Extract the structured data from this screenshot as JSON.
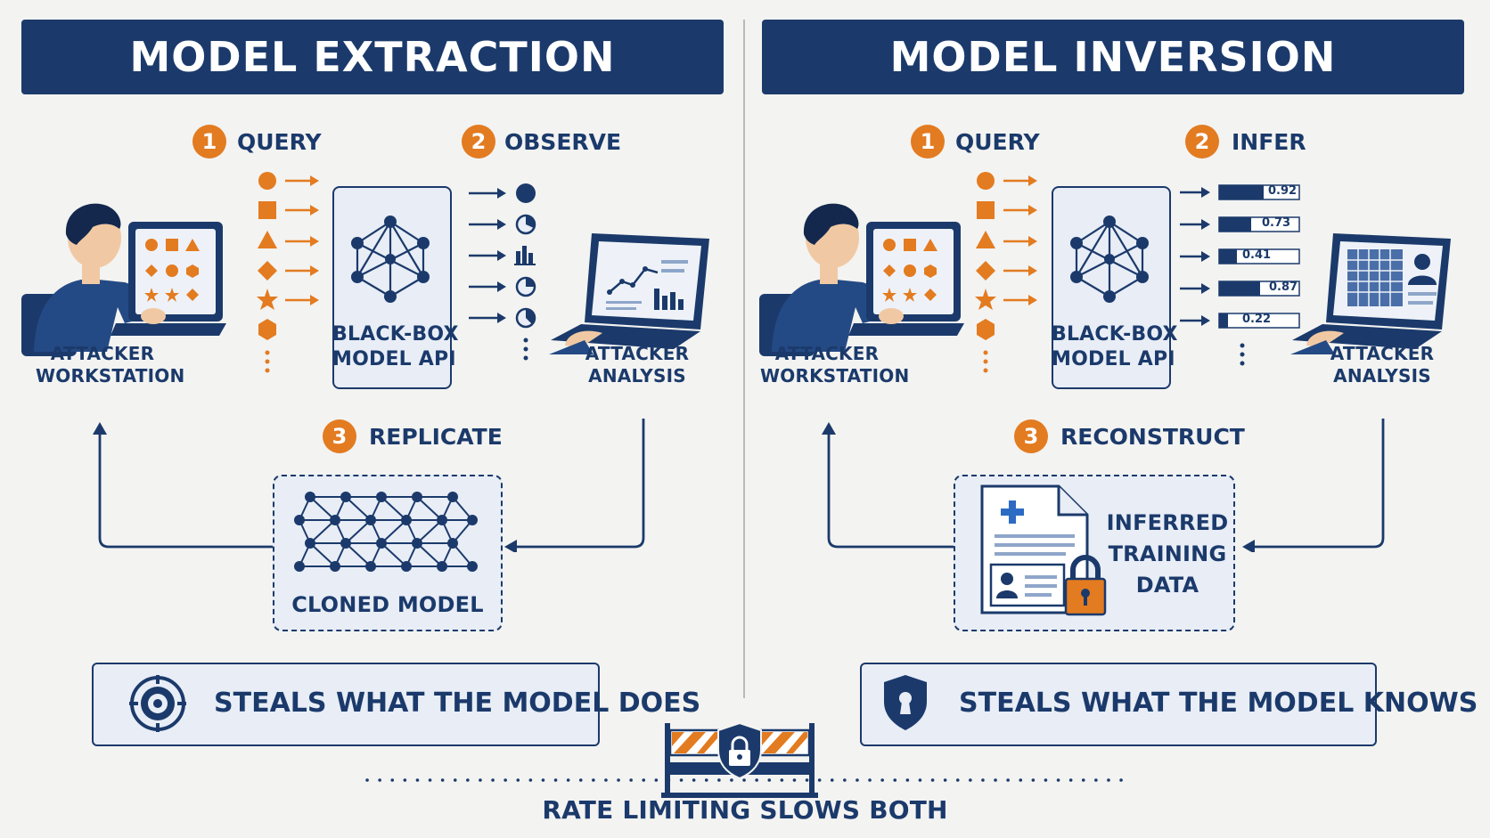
{
  "left": {
    "title": "MODEL EXTRACTION",
    "step1": {
      "num": "1",
      "label": "QUERY"
    },
    "step2": {
      "num": "2",
      "label": "OBSERVE"
    },
    "step3": {
      "num": "3",
      "label": "REPLICATE"
    },
    "api_label": [
      "BLACK-BOX",
      "MODEL API"
    ],
    "workstation_label": [
      "ATTACKER",
      "WORKSTATION"
    ],
    "analysis_label": [
      "ATTACKER",
      "ANALYSIS"
    ],
    "result_label": "CLONED MODEL",
    "banner": "STEALS WHAT THE MODEL DOES",
    "banner_icon": "target-icon"
  },
  "right": {
    "title": "MODEL INVERSION",
    "step1": {
      "num": "1",
      "label": "QUERY"
    },
    "step2": {
      "num": "2",
      "label": "INFER"
    },
    "step3": {
      "num": "3",
      "label": "RECONSTRUCT"
    },
    "api_label": [
      "BLACK-BOX",
      "MODEL API"
    ],
    "workstation_label": [
      "ATTACKER",
      "WORKSTATION"
    ],
    "analysis_label": [
      "ATTACKER",
      "ANALYSIS"
    ],
    "result_label": [
      "INFERRED",
      "TRAINING",
      "DATA"
    ],
    "scores": [
      "0.92",
      "0.73",
      "0.41",
      "0.87",
      "0.22"
    ],
    "banner": "STEALS WHAT THE MODEL KNOWS",
    "banner_icon": "shield-keyhole-icon"
  },
  "footer": {
    "label": "RATE LIMITING SLOWS BOTH",
    "icon": "barrier-lock-icon"
  },
  "colors": {
    "navy": "#1b3a6b",
    "orange": "#e37b20",
    "panel": "#e8edf6",
    "background": "#f3f3f1"
  }
}
